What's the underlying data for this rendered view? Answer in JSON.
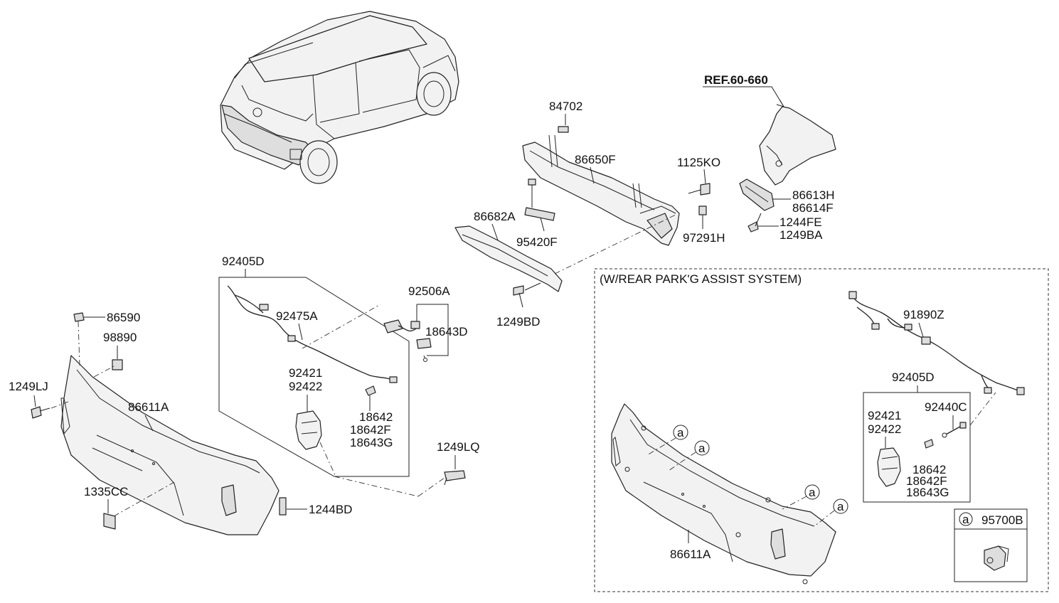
{
  "ref_label": "REF.60-660",
  "option_title": "(W/REAR PARK'G ASSIST SYSTEM)",
  "callout_letter": "a",
  "parts": {
    "p84702": "84702",
    "p86650F": "86650F",
    "p1125KO": "1125KO",
    "p86613H": "86613H",
    "p86614F": "86614F",
    "p1244FE": "1244FE",
    "p1249BA": "1249BA",
    "p86682A": "86682A",
    "p95420F": "95420F",
    "p97291H": "97291H",
    "p92405D": "92405D",
    "p92506A": "92506A",
    "p92475A": "92475A",
    "p18643D": "18643D",
    "p1249BD": "1249BD",
    "p86590": "86590",
    "p98890": "98890",
    "p1249LJ": "1249LJ",
    "p86611A": "86611A",
    "p92421": "92421",
    "p92422": "92422",
    "p18642": "18642",
    "p18642F": "18642F",
    "p18643G": "18643G",
    "p1249LQ": "1249LQ",
    "p1335CC": "1335CC",
    "p1244BD": "1244BD",
    "p91890Z": "91890Z",
    "p92440C": "92440C",
    "p95700B": "95700B"
  },
  "option_parts": {
    "p92405D": "92405D",
    "p92421": "92421",
    "p92422": "92422",
    "p18642": "18642",
    "p18642F": "18642F",
    "p18643G": "18643G",
    "p86611A": "86611A"
  }
}
